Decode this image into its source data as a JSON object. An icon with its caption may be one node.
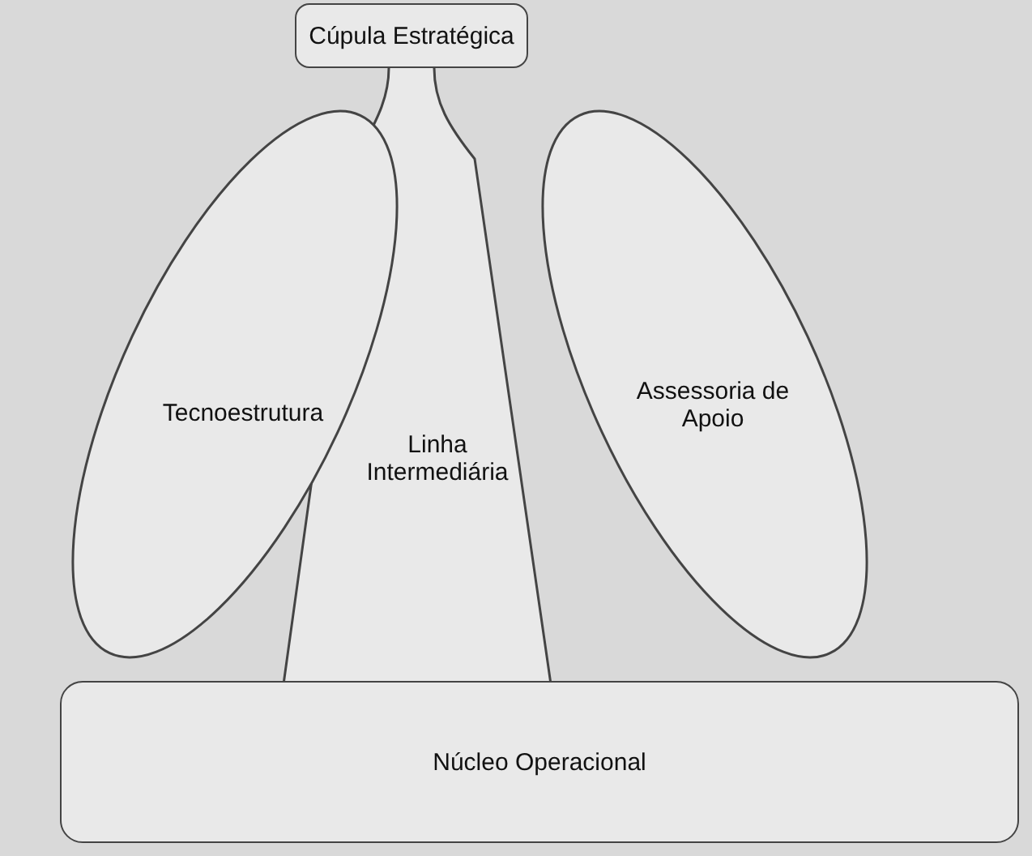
{
  "diagram": {
    "nodes": [
      {
        "text": [
          "Cúpula Estratégica"
        ]
      },
      {
        "text": [
          "Tecnoestrutura"
        ]
      },
      {
        "text": [
          "Linha Intermediária"
        ]
      },
      {
        "text": [
          "Assessoria de Apoio"
        ]
      },
      {
        "text": [
          "Núcleo Operacional"
        ]
      }
    ]
  }
}
